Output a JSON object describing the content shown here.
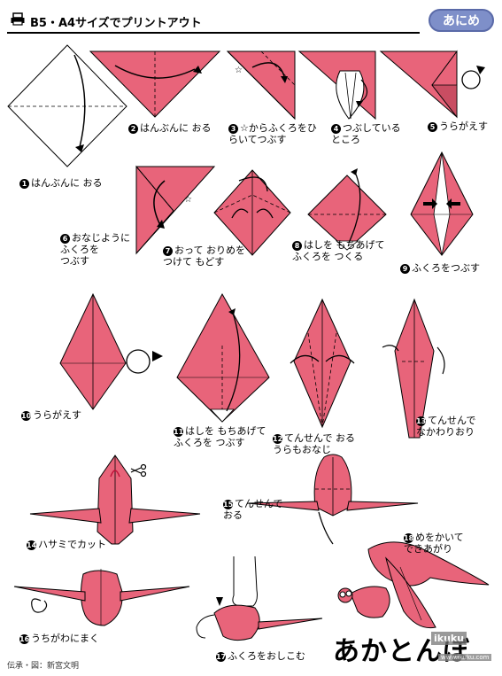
{
  "header": {
    "title": "B5・A4サイズでプリントアウト",
    "anime_label": "あにめ"
  },
  "steps": [
    {
      "num": "1",
      "text": "はんぶんに おる"
    },
    {
      "num": "2",
      "text": "はんぶんに おる"
    },
    {
      "num": "3",
      "text": "☆からふくろをひ\nらいてつぶす"
    },
    {
      "num": "4",
      "text": "つぶしている\nところ"
    },
    {
      "num": "5",
      "text": "うらがえす"
    },
    {
      "num": "6",
      "text": "おなじように\nふくろを\nつぶす"
    },
    {
      "num": "7",
      "text": "おって おりめを\nつけて もどす"
    },
    {
      "num": "8",
      "text": "はしを もちあげて\nふくろを つくる"
    },
    {
      "num": "9",
      "text": "ふくろをつぶす"
    },
    {
      "num": "10",
      "text": "うらがえす"
    },
    {
      "num": "11",
      "text": "はしを もちあげて\nふくろを つぶす"
    },
    {
      "num": "12",
      "text": "てんせんで おる\nうらもおなじ"
    },
    {
      "num": "13",
      "text": "てんせんで\nなかわりおり"
    },
    {
      "num": "14",
      "text": "ハサミでカット"
    },
    {
      "num": "15",
      "text": "てんせんで\nおる"
    },
    {
      "num": "16",
      "text": "うちがわにまく"
    },
    {
      "num": "17",
      "text": "ふくろをおしこむ"
    },
    {
      "num": "18",
      "text": "めをかいて\nできあがり"
    }
  ],
  "credit": "伝承・図：新宮文明",
  "page_title": "あかとんぼ",
  "watermark": "ikuku",
  "watermark_sub": "www.ikuku.com",
  "colors": {
    "paper": "#e8647a",
    "paper_dark": "#c94d62",
    "line": "#000000"
  }
}
